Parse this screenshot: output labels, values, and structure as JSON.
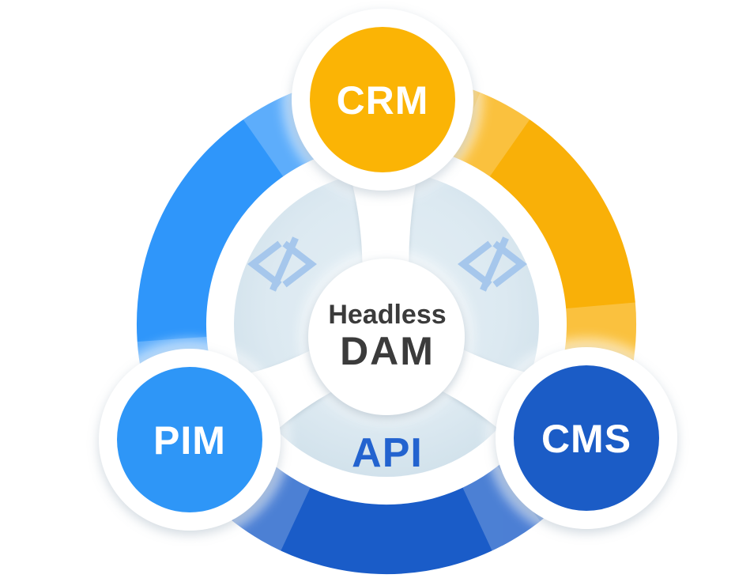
{
  "diagram": {
    "center": {
      "title_line1": "Headless",
      "title_line2": "DAM"
    },
    "api_label": "API",
    "nodes": [
      {
        "id": "crm",
        "label": "CRM"
      },
      {
        "id": "pim",
        "label": "PIM"
      },
      {
        "id": "cms",
        "label": "CMS"
      }
    ],
    "icons": [
      {
        "name": "code-icon-left",
        "glyph": "</>"
      },
      {
        "name": "code-icon-right",
        "glyph": "</>"
      }
    ],
    "colors": {
      "crm_circle": "#FBB405",
      "pim_circle": "#2E96F7",
      "cms_circle": "#1B5CC6",
      "arc_blue": "#2F96FA",
      "arc_yellow": "#F9B008",
      "arc_dark_blue": "#1A5CC8",
      "inner_disc": "#DCE9F1",
      "code_icon": "#A6C7EC",
      "api_text": "#2363CF",
      "title_text": "#3B3B3B",
      "node_text": "#FFFFFF"
    }
  }
}
